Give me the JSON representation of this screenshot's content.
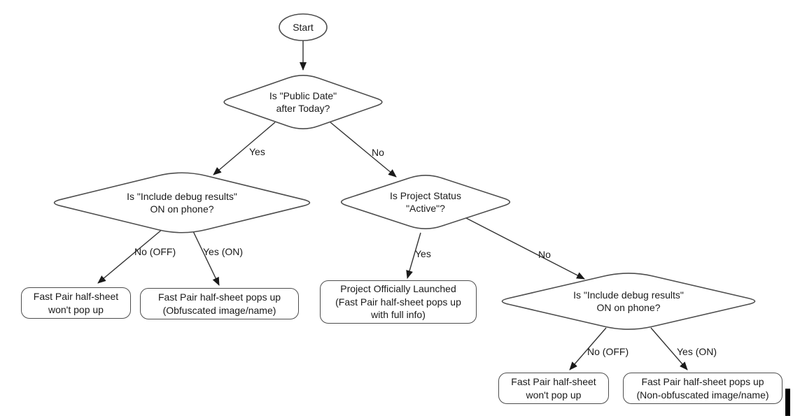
{
  "flowchart": {
    "start": {
      "label": "Start"
    },
    "decisions": {
      "public_date": {
        "text": "Is \"Public Date\"\nafter Today?"
      },
      "debug_left": {
        "text": "Is \"Include debug results\"\nON on phone?"
      },
      "project_status": {
        "text": "Is Project Status\n\"Active\"?"
      },
      "debug_right": {
        "text": "Is \"Include debug results\"\nON on phone?"
      }
    },
    "outcomes": {
      "no_popup_left": {
        "text": "Fast Pair half-sheet\nwon't pop up"
      },
      "obfuscated": {
        "text": "Fast Pair half-sheet pops up\n(Obfuscated image/name)"
      },
      "launched": {
        "text": "Project Officially Launched\n(Fast Pair half-sheet pops up\nwith full info)"
      },
      "no_popup_right": {
        "text": "Fast Pair half-sheet\nwon't pop up"
      },
      "non_obfuscated": {
        "text": "Fast Pair half-sheet pops up\n(Non-obfuscated image/name)"
      }
    },
    "edge_labels": {
      "yes_1": "Yes",
      "no_1": "No",
      "no_off_1": "No (OFF)",
      "yes_on_1": "Yes (ON)",
      "yes_2": "Yes",
      "no_2": "No",
      "no_off_2": "No (OFF)",
      "yes_on_2": "Yes (ON)"
    }
  },
  "colors": {
    "background": "#ffffff",
    "shape_stroke": "#4d4d4d",
    "edge_stroke": "#333333",
    "arrowhead": "#1a1a1a",
    "text": "#1a1a1a"
  }
}
